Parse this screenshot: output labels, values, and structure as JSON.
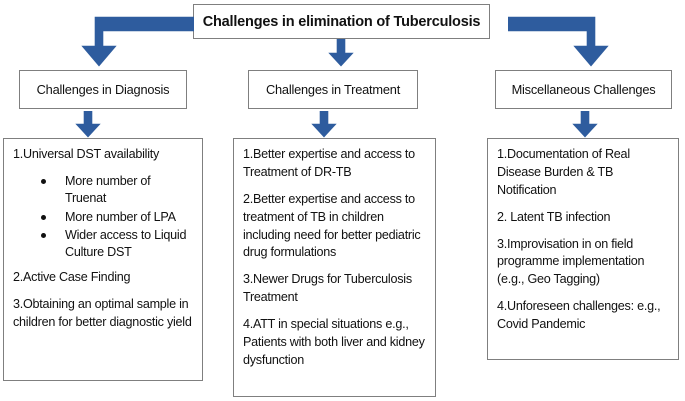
{
  "diagram": {
    "title_box": {
      "label": "Challenges in elimination of Tuberculosis"
    },
    "columns": [
      {
        "header": "Challenges in Diagnosis",
        "items": [
          {
            "text": "1.Universal DST availability"
          },
          {
            "text": "2.Active Case Finding"
          },
          {
            "text": "3.Obtaining an optimal sample in children for better diagnostic yield"
          }
        ],
        "bullets": [
          "More number of Truenat",
          "More number of LPA",
          "Wider access to Liquid Culture DST"
        ]
      },
      {
        "header": "Challenges in Treatment",
        "items": [
          {
            "text": "1.Better expertise and access to Treatment of DR-TB"
          },
          {
            "text": "2.Better expertise and access to treatment of TB in children including need for better pediatric drug formulations"
          },
          {
            "text": "3.Newer Drugs for Tuberculosis Treatment"
          },
          {
            "text": "4.ATT in special situations e.g., Patients with both liver and kidney dysfunction"
          }
        ],
        "bullets": []
      },
      {
        "header": "Miscellaneous Challenges",
        "items": [
          {
            "text": "1.Documentation of Real Disease Burden & TB Notification"
          },
          {
            "text": "2. Latent TB infection"
          },
          {
            "text": "3.Improvisation in on field programme implementation (e.g., Geo Tagging)"
          },
          {
            "text": "4.Unforeseen challenges: e.g., Covid Pandemic"
          }
        ],
        "bullets": []
      }
    ],
    "connectors": {
      "accent_color": "#2E5C9E",
      "left_elbow": "elbow-arrow-left-down",
      "center_down": "arrow-down",
      "right_elbow": "elbow-arrow-right-down",
      "col1_down": "arrow-down",
      "col2_down": "arrow-down",
      "col3_down": "arrow-down"
    }
  }
}
